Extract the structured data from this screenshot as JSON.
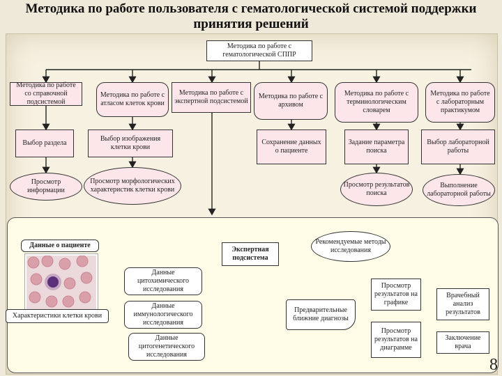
{
  "title": "Методика по работе пользователя с гематологической системой поддержки принятия решений",
  "root": "Методика по работе с гематологической СППР",
  "level1": [
    "Методика по работе со справочной подсистемой",
    "Методика по работе с атласом клеток крови",
    "Методика по работе с экспертной подсистемой",
    "Методика по работе с архивом",
    "Методика по работе с терминологическим словарем",
    "Методика по работе с лабораторным практикумом"
  ],
  "level2": {
    "ref_select": "Выбор раздела",
    "ref_view": "Просмотр информации",
    "atlas_select": "Выбор изображения клетки крови",
    "atlas_view": "Просмотр морфологических характеристик клетки крови",
    "archive_save": "Сохранение данных о пациенте",
    "dict_param": "Задание параметра поиска",
    "dict_view": "Просмотр результатов поиска",
    "lab_select": "Выбор лабораторной работы",
    "lab_do": "Выполнение лабораторной работы"
  },
  "expert": {
    "patient_data": "Данные о пациенте",
    "cell_chars": "Характеристики клетки крови",
    "cyto_chem": "Данные цитохимического исследования",
    "immuno": "Данные иммунологического исследования",
    "cytogen": "Данные цитогенетического исследования",
    "expert_sub": "Экспертная подсистема",
    "recommended": "Рекомендуемые методы исследования",
    "prelim": "Предварительные ближние диагнозы",
    "view_chart": "Просмотр результатов на графике",
    "view_diagram": "Просмотр результатов на диаграмме",
    "doctor": "Врачебный анализ результатов",
    "conclusion": "Заключение врача"
  },
  "page_number": "8",
  "colors": {
    "arrow": "#cc0000",
    "line": "#222222",
    "pink": "#fce6ea"
  }
}
